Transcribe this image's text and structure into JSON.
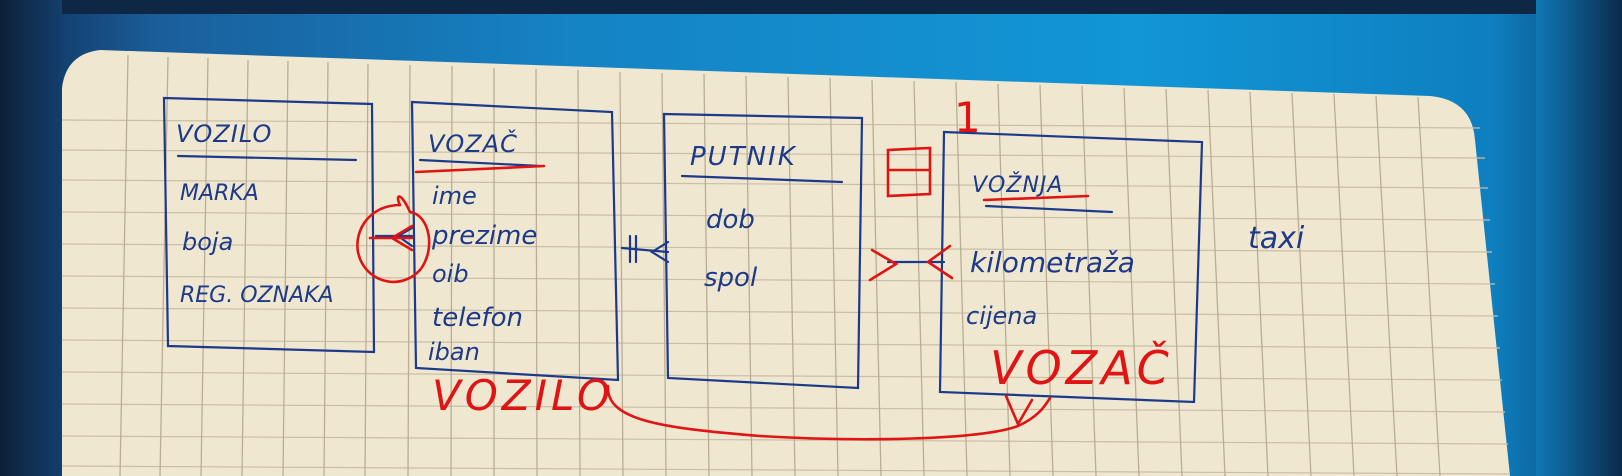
{
  "entities": [
    {
      "name": "VOZILO",
      "attributes": [
        "MARKA",
        "boja",
        "REG. OZNAKA"
      ]
    },
    {
      "name": "VOZAČ",
      "attributes": [
        "ime",
        "prezime",
        "oib",
        "telefon",
        "iban"
      ]
    },
    {
      "name": "PUTNIK",
      "attributes": [
        "dob",
        "spol"
      ]
    },
    {
      "name": "VOŽNJA",
      "attributes": [
        "kilometraža",
        "cijena"
      ]
    }
  ],
  "side_note": "taxi",
  "annotations": {
    "red_number": "1",
    "vozilo_fk": "VOZILO",
    "vozac_fk": "VOZAČ"
  },
  "colors": {
    "ink": "#1d3a8a",
    "marker": "#e01414",
    "paper": "#efe6cc",
    "background": "#1391d2"
  }
}
